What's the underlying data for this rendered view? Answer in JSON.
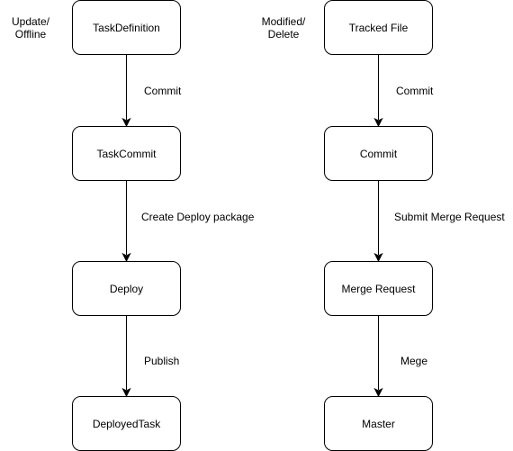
{
  "diagram": {
    "left_flow": {
      "side_note": [
        "Update/",
        "Offline"
      ],
      "nodes": [
        "TaskDefinition",
        "TaskCommit",
        "Deploy",
        "DeployedTask"
      ],
      "edges": [
        "Commit",
        "Create Deploy package",
        "Publish"
      ]
    },
    "right_flow": {
      "side_note": [
        "Modified/",
        "Delete"
      ],
      "nodes": [
        "Tracked File",
        "Commit",
        "Merge Request",
        "Master"
      ],
      "edges": [
        "Commit",
        "Submit Merge Request",
        "Mege"
      ]
    },
    "colors": {
      "stroke": "#000000",
      "box_fill": "#ffffff",
      "text": "#000000"
    }
  }
}
